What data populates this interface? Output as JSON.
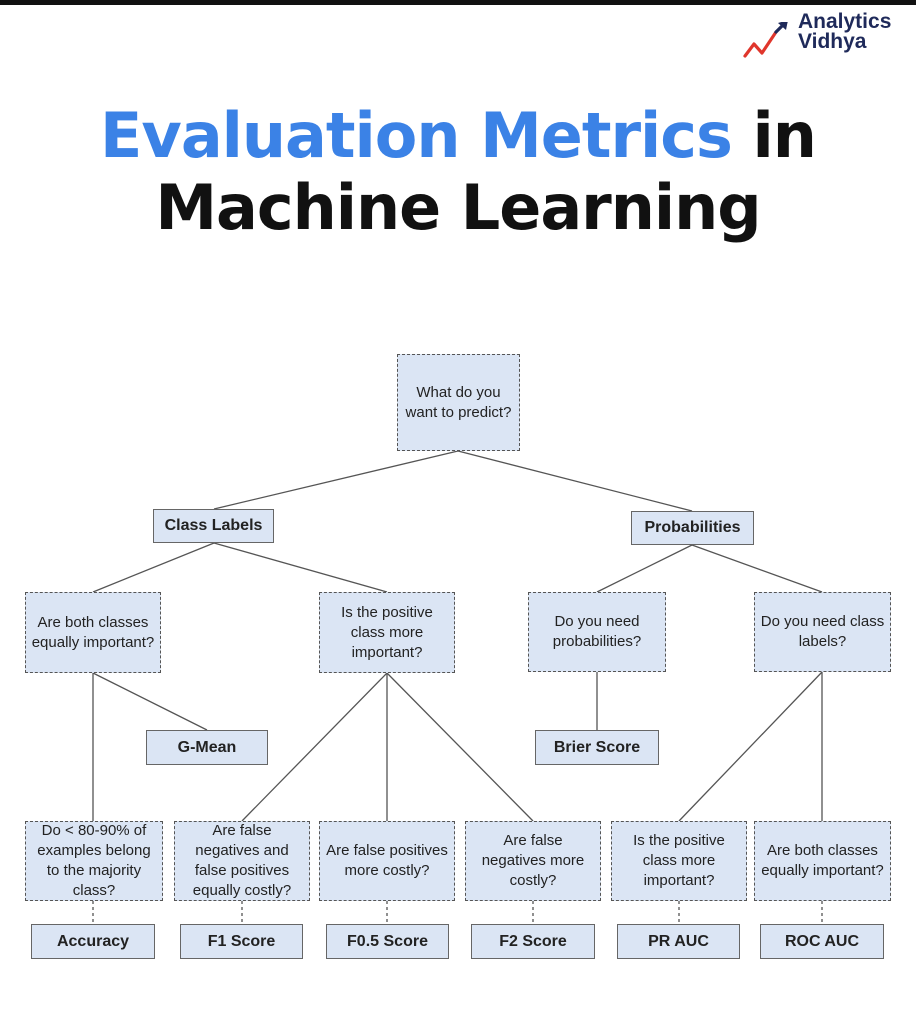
{
  "logo": {
    "line1": "Analytics",
    "line2": "Vidhya"
  },
  "title": {
    "highlight": "Evaluation Metrics",
    "rest1": " in",
    "line2": "Machine Learning"
  },
  "colors": {
    "accent": "#3b82e6",
    "box_fill": "#dbe5f4",
    "logo_red": "#e0362c",
    "logo_navy": "#1f2a5a"
  },
  "nodes": {
    "root": "What do you want to predict?",
    "class_labels": "Class Labels",
    "probabilities": "Probabilities",
    "q_equal": "Are both classes equally important?",
    "q_positive": "Is the positive class more important?",
    "q_need_prob": "Do you need probabilities?",
    "q_need_labels": "Do you need class labels?",
    "g_mean": "G-Mean",
    "brier": "Brier Score",
    "q_majority": "Do < 80-90% of examples belong to the majority class?",
    "q_fn_fp": "Are false negatives and false positives equally costly?",
    "q_fp": "Are false positives more costly?",
    "q_fn": "Are false negatives more costly?",
    "q_pos2": "Is the positive class more important?",
    "q_equal2": "Are both classes equally important?",
    "accuracy": "Accuracy",
    "f1": "F1 Score",
    "f05": "F0.5 Score",
    "f2": "F2 Score",
    "pr_auc": "PR AUC",
    "roc_auc": "ROC AUC"
  }
}
